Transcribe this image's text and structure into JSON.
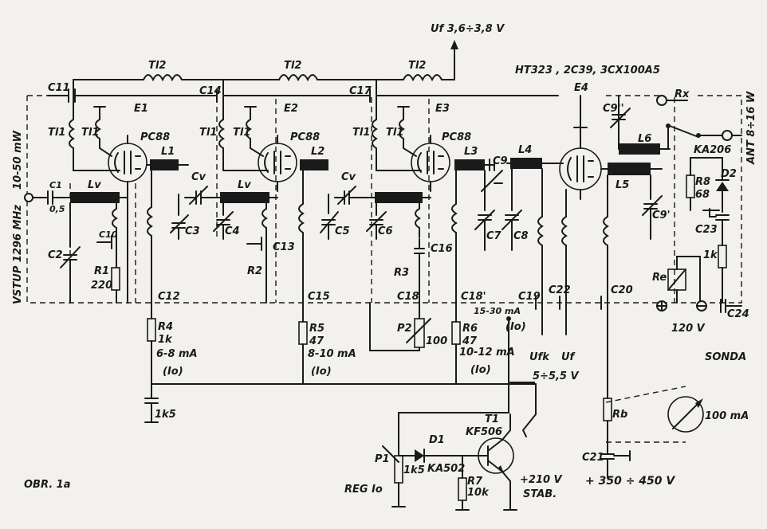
{
  "figure_label": "OBR. 1a",
  "supply_labels": {
    "uf_top": "Uf 3,6÷3,8 V",
    "tubes_title": "HT323 , 2C39, 3CX100A5",
    "hv_supply": "+ 350 ÷ 450 V",
    "stab_supply": "+210 V",
    "stab_word": "STAB.",
    "relay_voltage": "120 V",
    "ufk": "Ufk",
    "uf": "Uf",
    "ufk_range": "5÷5,5 V"
  },
  "side_labels": {
    "input_power": "10-50 mW",
    "input_freq": "VSTUP 1296 MHz",
    "antenna": "ANT 8÷16 W",
    "sonda": "SONDA"
  },
  "tubes": [
    {
      "ref": "E1",
      "type": "PC88"
    },
    {
      "ref": "E2",
      "type": "PC88"
    },
    {
      "ref": "E3",
      "type": "PC88"
    },
    {
      "ref": "E4",
      "type": ""
    }
  ],
  "chokes": {
    "tl2": "Tl2",
    "tl1": "Tl1"
  },
  "inductors": [
    "Lv",
    "L1",
    "L2",
    "L3",
    "L4",
    "L5",
    "L6"
  ],
  "capacitors": {
    "c1": "C1",
    "c1_val": "0,5",
    "c2": "C2",
    "c3": "C3",
    "c4": "C4",
    "c5": "C5",
    "c6": "C6",
    "c7": "C7",
    "c8": "C8",
    "c9": "C9",
    "c9p": "C9'",
    "c9pp": "C9''",
    "cv": "Cv",
    "c10": "C10",
    "c11": "C11",
    "c12": "C12",
    "c13": "C13",
    "c14": "C14",
    "c15": "C15",
    "c16": "C16",
    "c17": "C17",
    "c18": "C18",
    "c18p": "C18'",
    "c19": "C19",
    "c20": "C20",
    "c21": "C21",
    "c22": "C22",
    "c23": "C23",
    "c24": "C24",
    "c5k": "1k5"
  },
  "resistors": {
    "r1": "R1",
    "r1_val": "220",
    "r2": "R2",
    "r3": "R3",
    "r4": "R4",
    "r4_val": "1k",
    "r5": "R5",
    "r5_val": "47",
    "r6": "R6",
    "r6_val": "47",
    "r7": "R7",
    "r7_val": "10k",
    "r8": "R8",
    "r8_val": "68",
    "rb": "Rb",
    "r_sonda": "1k",
    "p1": "P1",
    "p1_val": "1k5",
    "p2": "P2",
    "p2_val": "100"
  },
  "currents": {
    "i1": "6-8 mA",
    "i2": "8-10 mA",
    "i3": "10-12 mA",
    "i4": "15-30 mA",
    "io": "(Io)",
    "reg": "REG Io",
    "meter": "100 mA"
  },
  "semis": {
    "t1": "T1",
    "t1_type": "KF506",
    "d1": "D1",
    "d1_type": "KA502",
    "d2": "D2",
    "d2_type": "KA206",
    "re": "Re",
    "rx": "Rx"
  }
}
